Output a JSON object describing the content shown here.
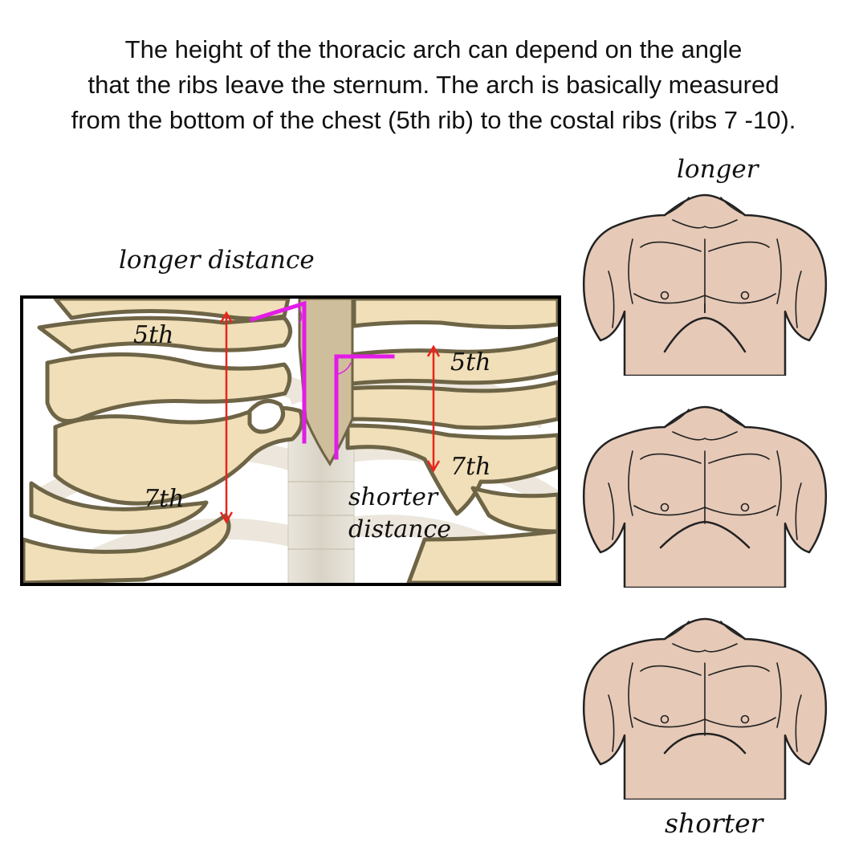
{
  "intro": {
    "lines": [
      "The height of the thoracic arch can depend on the angle",
      "that the ribs leave the sternum. The arch is basically measured",
      "from the bottom of the chest (5th rib) to the costal ribs (ribs 7 -10)."
    ]
  },
  "diagram": {
    "longer_distance_label": "longer distance",
    "shorter_distance_label": [
      "shorter",
      "distance"
    ],
    "rib_labels": {
      "left_upper": "5th",
      "left_lower": "7th",
      "right_upper": "5th",
      "right_lower": "7th"
    }
  },
  "torsos": {
    "top_label": "longer",
    "bottom_label": "shorter"
  },
  "colors": {
    "bone": "#f0dfb8",
    "bone_outline": "#6e6446",
    "sternum": "#cfbe9b",
    "skin": "#e6c9b7",
    "skin_line": "#222222",
    "measure_arrow": "#e8251b",
    "angle_marker": "#e21ce8"
  }
}
